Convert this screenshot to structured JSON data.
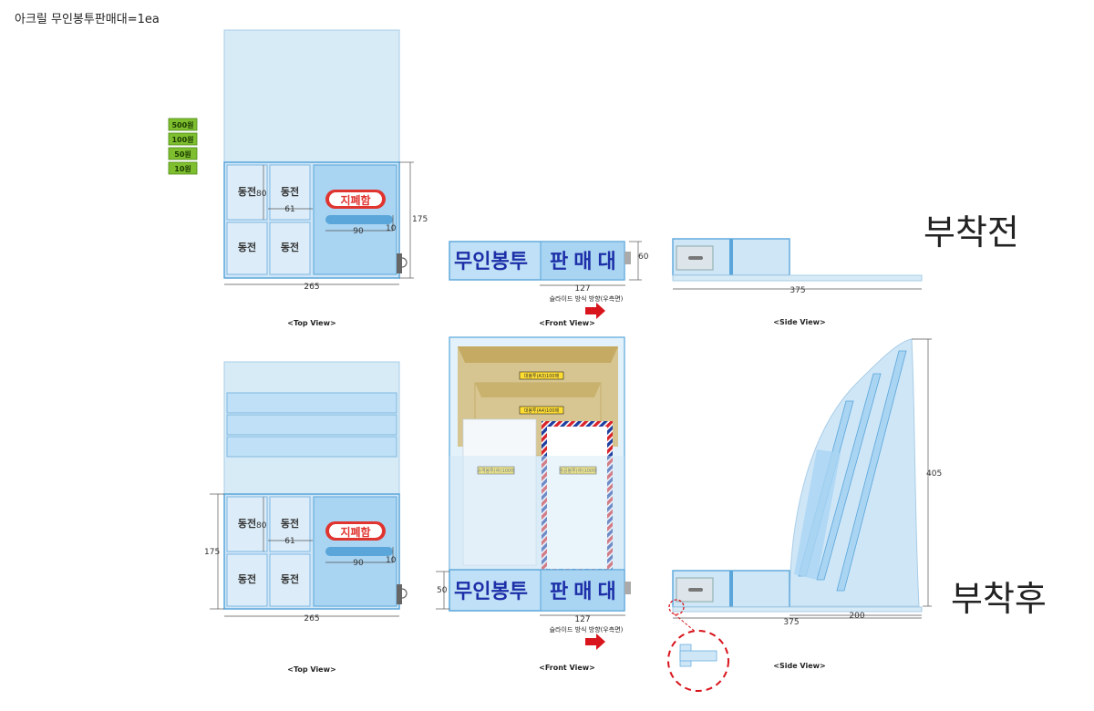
{
  "header": {
    "title": "아크릴 무인봉투판매대=1ea"
  },
  "coins": [
    "500원",
    "100원",
    "50원",
    "10원"
  ],
  "cells": {
    "coin": "동전",
    "bill": "지폐함"
  },
  "banner": {
    "part1": "무인봉투",
    "part2": "판매대"
  },
  "slide_note": "슬라이드 방식 방향(우측면)",
  "states": {
    "before": "부착전",
    "after": "부착후"
  },
  "views": {
    "top": "<Top View>",
    "front": "<Front View>",
    "side": "<Side View>"
  },
  "dims": {
    "d80": "80",
    "d61": "61",
    "d90": "90",
    "d10": "10",
    "d175": "175",
    "d265": "265",
    "d127": "127",
    "d60": "60",
    "d375": "375",
    "d50": "50",
    "d405": "405",
    "d200": "200"
  },
  "envelopes": {
    "large": "대봉투(A3)100매",
    "mid": "대봉투(A4)100매",
    "small": "규격봉투(中)100매",
    "air": "항공봉투(中)100매"
  },
  "colors": {
    "acrylic": "#d7ebf7",
    "acrylic_dark": "#a9d4f2",
    "edge": "#5aa6da",
    "kraft": "#d3bd7d",
    "banner_text": "#1d2fa8",
    "coin_green": "#7fbf2f",
    "bill_red": "#e0342f",
    "arrow_red": "#d8141c"
  }
}
